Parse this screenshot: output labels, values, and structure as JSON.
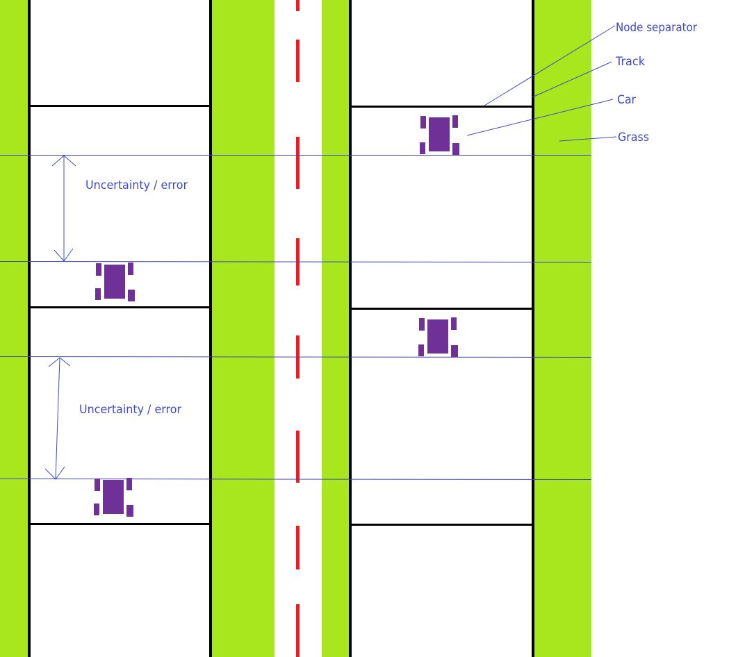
{
  "labels": {
    "node_separator": "Node separator",
    "track": "Track",
    "car": "Car",
    "grass": "Grass",
    "uncertainty_1": "Uncertainty / error",
    "uncertainty_2": "Uncertainty / error"
  },
  "colors": {
    "grass": "#a8e61d",
    "track_line": "#000000",
    "center_dash": "#ed1c24",
    "car": "#6f3198",
    "annotation": "#3f48cc"
  }
}
